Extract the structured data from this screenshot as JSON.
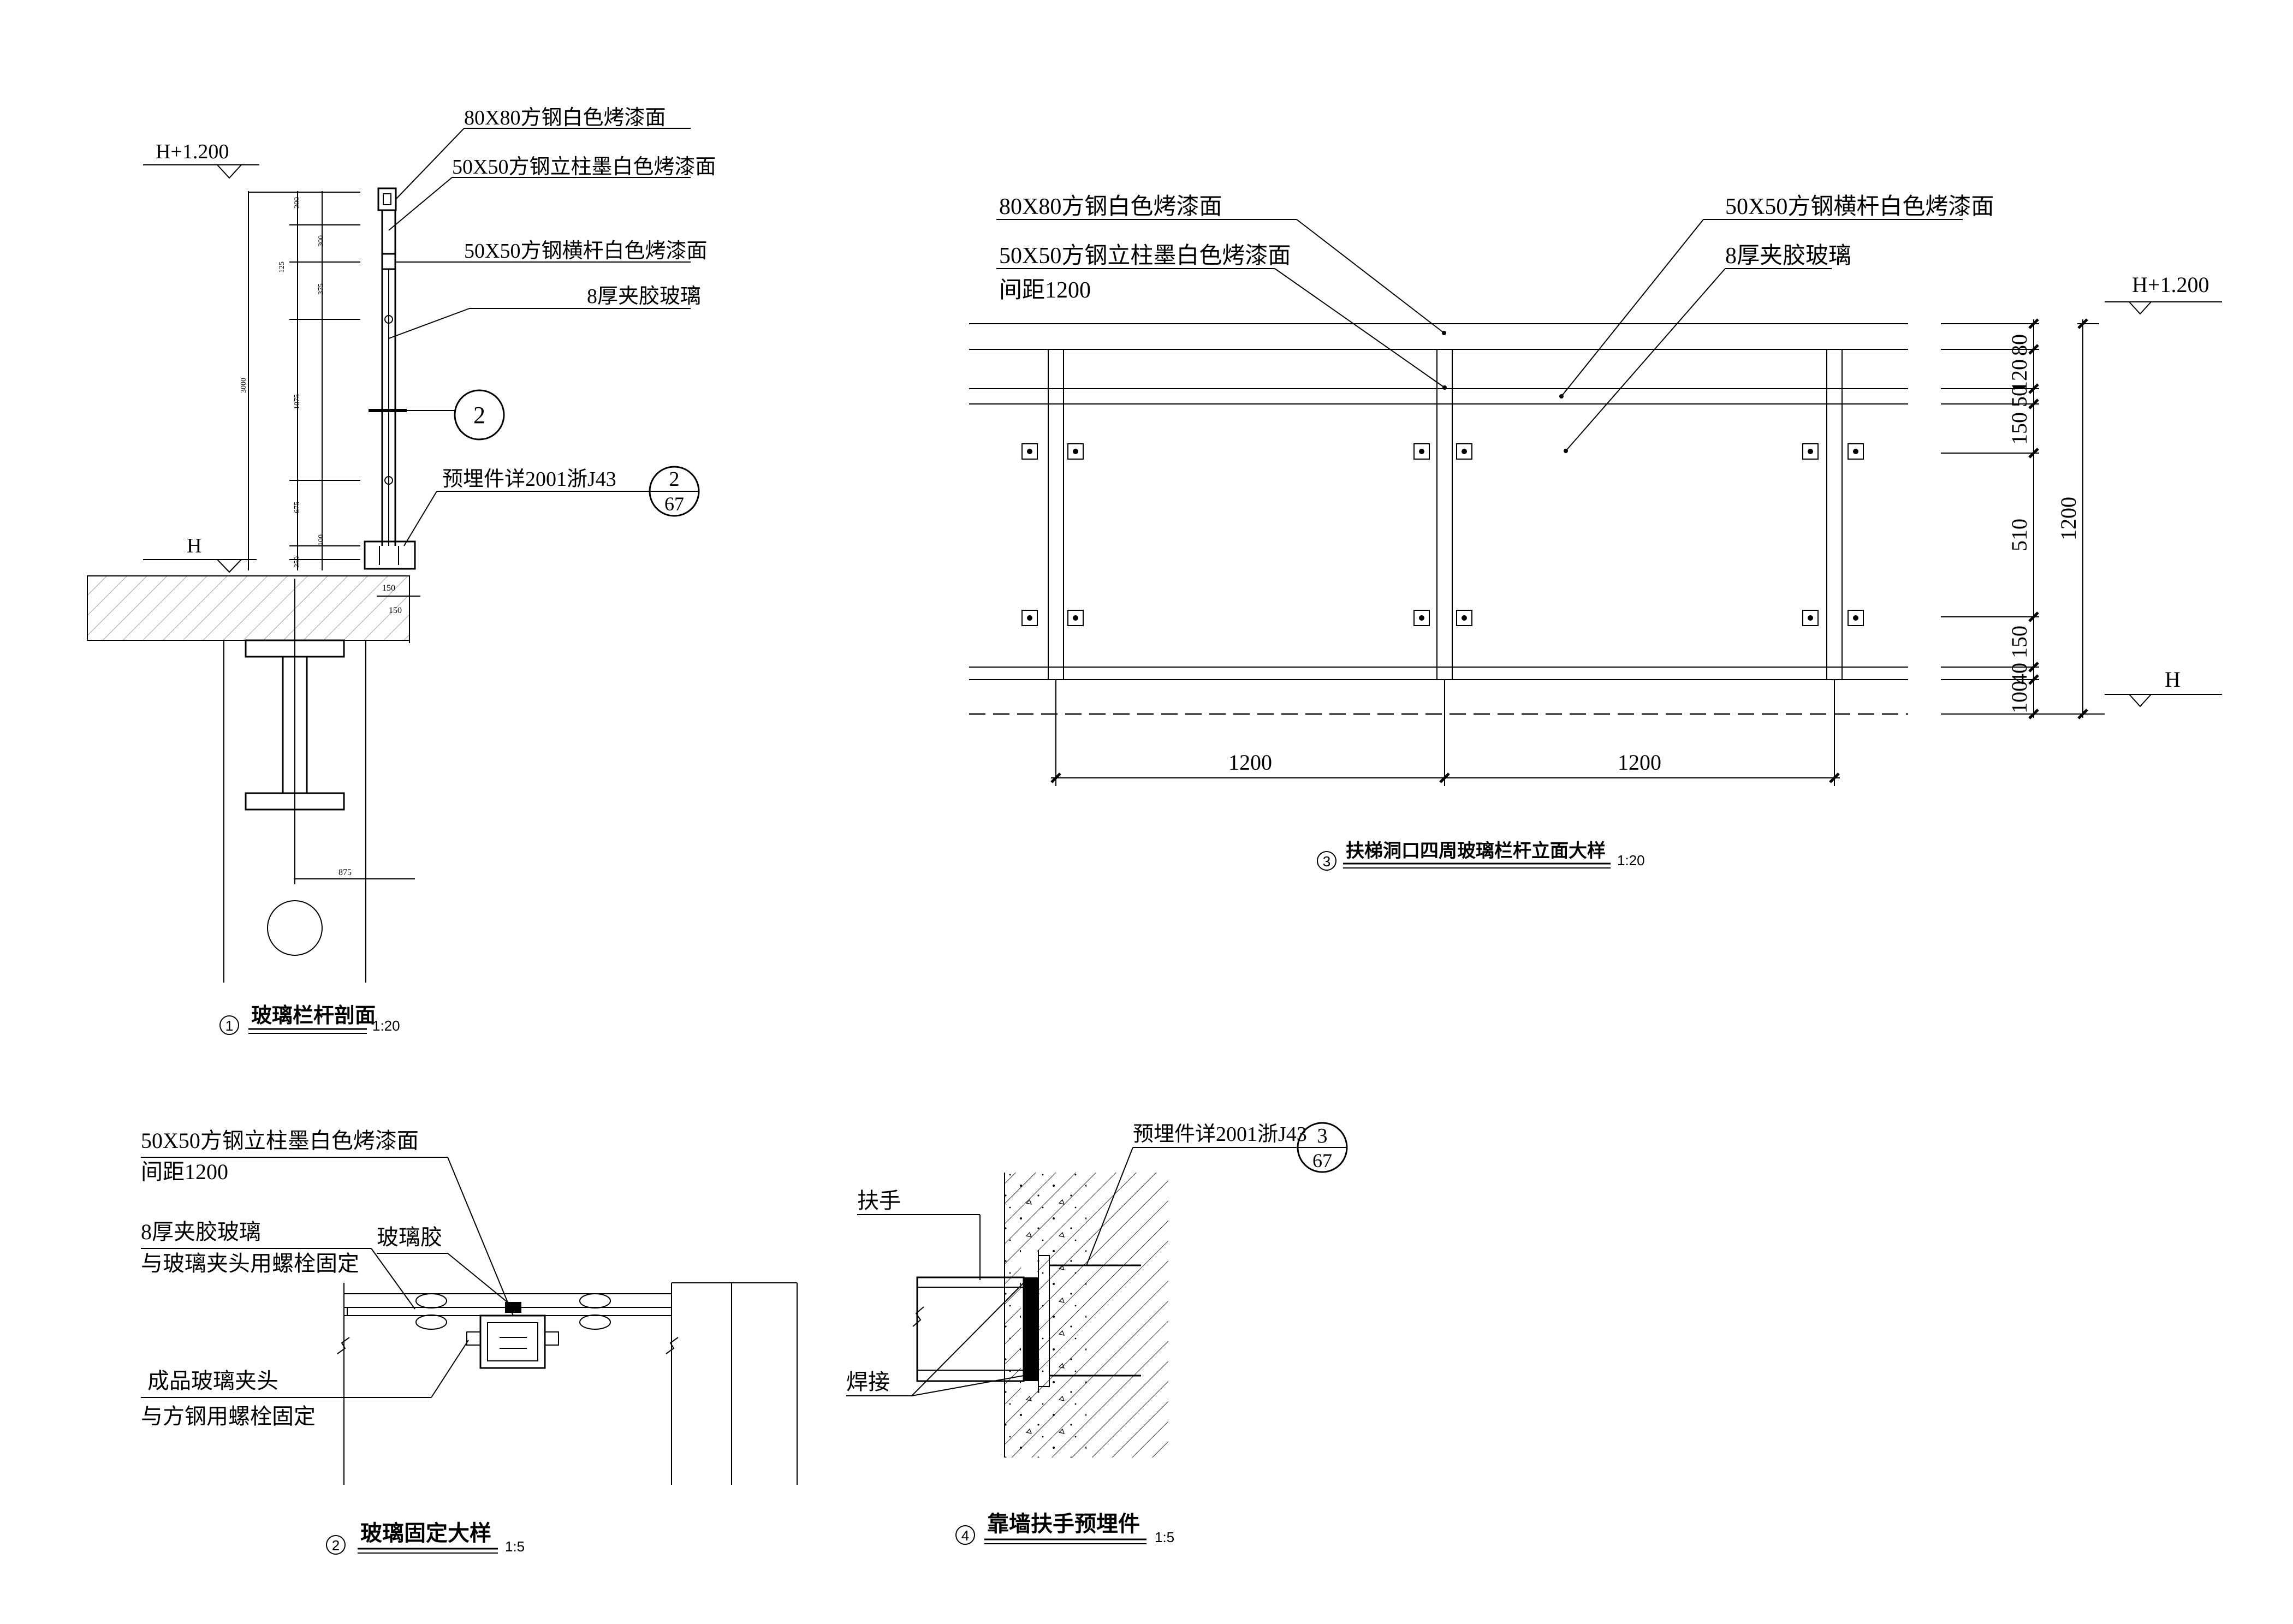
{
  "detail1": {
    "number": "1",
    "title": "玻璃栏杆剖面",
    "scale": "1:20",
    "level_top": "H+1.200",
    "level_base": "H",
    "callouts": [
      "80X80方钢白色烤漆面",
      "50X50方钢立柱墨白色烤漆面",
      "50X50方钢横杆白色烤漆面",
      "8厚夹胶玻璃"
    ],
    "embed_note": "预埋件详2001浙J43",
    "section_mark": "2",
    "ref_num": "2",
    "ref_den": "67",
    "dims_left": [
      "200",
      "300",
      "375",
      "1075",
      "675",
      "100",
      "250"
    ],
    "dims_tiny": [
      "125",
      "3000"
    ],
    "dims_base": [
      "150",
      "150"
    ],
    "dim_bottom": "875"
  },
  "detail2": {
    "number": "2",
    "title": "玻璃固定大样",
    "scale": "1:5",
    "callout_post_1": "50X50方钢立柱墨白色烤漆面",
    "callout_post_2": "间距1200",
    "callout_glass_1": "8厚夹胶玻璃",
    "callout_glass_2": "与玻璃夹头用螺栓固定",
    "callout_glue": "玻璃胶",
    "callout_clamp_1": "成品玻璃夹头",
    "callout_clamp_2": "与方钢用螺栓固定"
  },
  "detail3": {
    "number": "3",
    "title": "扶梯洞口四周玻璃栏杆立面大样",
    "scale": "1:20",
    "callout_top": "80X80方钢白色烤漆面",
    "callout_post_1": "50X50方钢立柱墨白色烤漆面",
    "callout_post_2": "间距1200",
    "callout_rail": "50X50方钢横杆白色烤漆面",
    "callout_glass": "8厚夹胶玻璃",
    "level_top": "H+1.200",
    "level_base": "H",
    "dims_right": [
      "80",
      "120",
      "50",
      "150",
      "510",
      "150",
      "40",
      "100"
    ],
    "dim_total": "1200",
    "dims_bottom": [
      "1200",
      "1200"
    ]
  },
  "detail4": {
    "number": "4",
    "title": "靠墙扶手预埋件",
    "scale": "1:5",
    "embed_note": "预埋件详2001浙J43",
    "ref_num": "3",
    "ref_den": "67",
    "label_handrail": "扶手",
    "label_weld": "焊接"
  }
}
